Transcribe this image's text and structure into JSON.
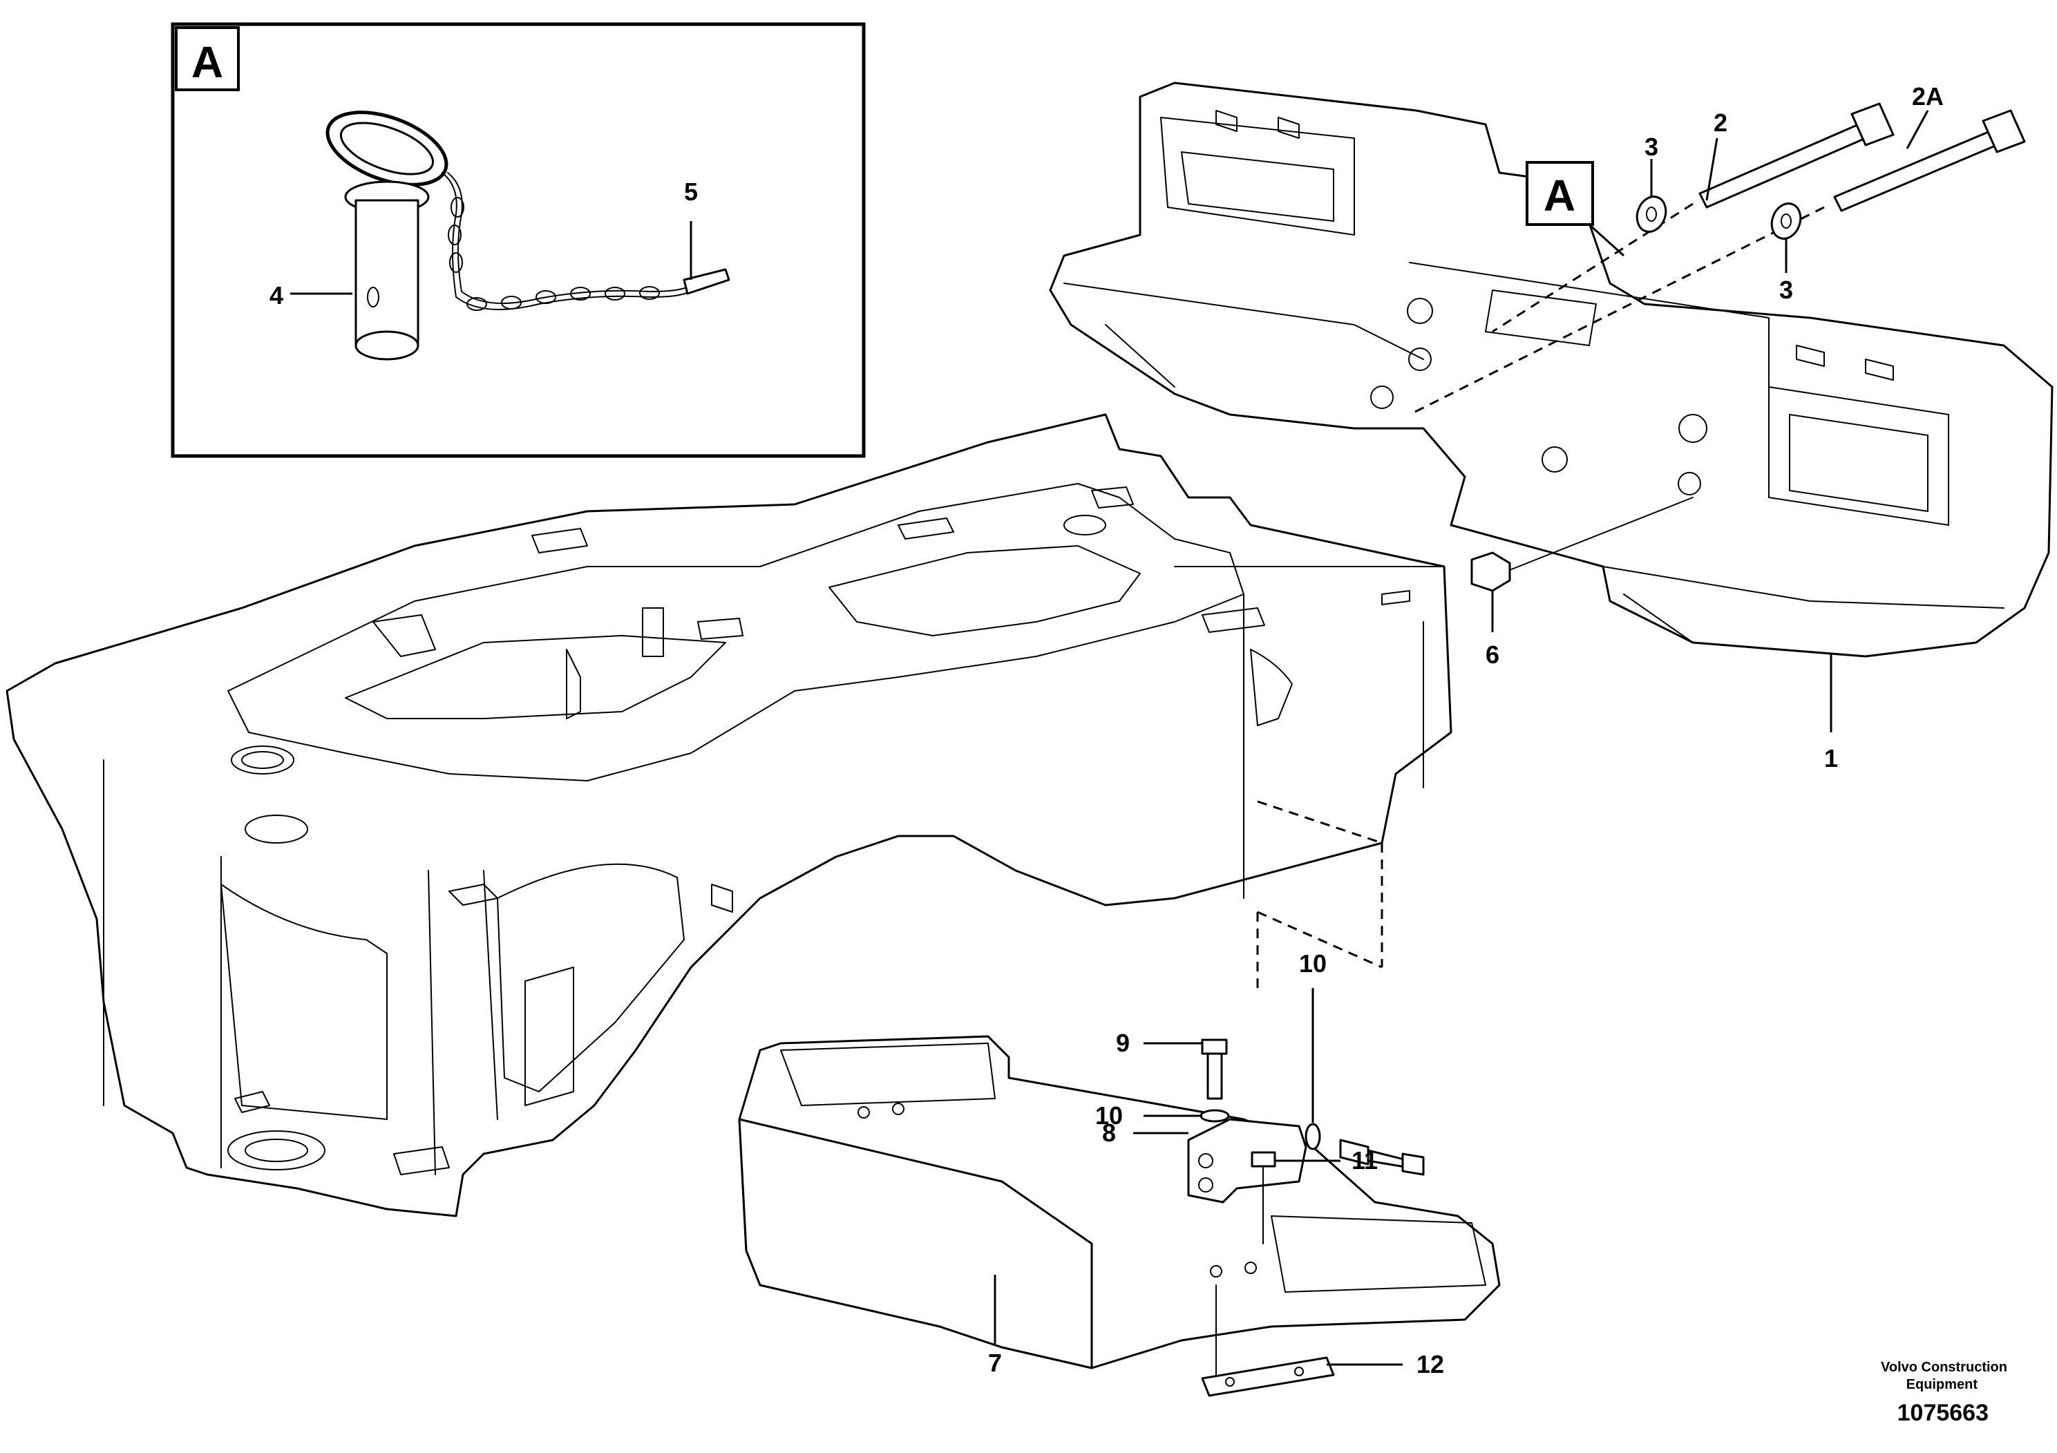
{
  "detail_box_label": "A",
  "detail_marker_label": "A",
  "callouts": [
    {
      "id": "1",
      "text": "1"
    },
    {
      "id": "2",
      "text": "2"
    },
    {
      "id": "2A",
      "text": "2A"
    },
    {
      "id": "3a",
      "text": "3"
    },
    {
      "id": "3b",
      "text": "3"
    },
    {
      "id": "4",
      "text": "4"
    },
    {
      "id": "5",
      "text": "5"
    },
    {
      "id": "6",
      "text": "6"
    },
    {
      "id": "7",
      "text": "7"
    },
    {
      "id": "8",
      "text": "8"
    },
    {
      "id": "9",
      "text": "9"
    },
    {
      "id": "10a",
      "text": "10"
    },
    {
      "id": "10b",
      "text": "10"
    },
    {
      "id": "11",
      "text": "11"
    },
    {
      "id": "12",
      "text": "12"
    }
  ],
  "footer": {
    "company_line1": "Volvo Construction",
    "company_line2": "Equipment",
    "drawing_number": "1075663"
  }
}
